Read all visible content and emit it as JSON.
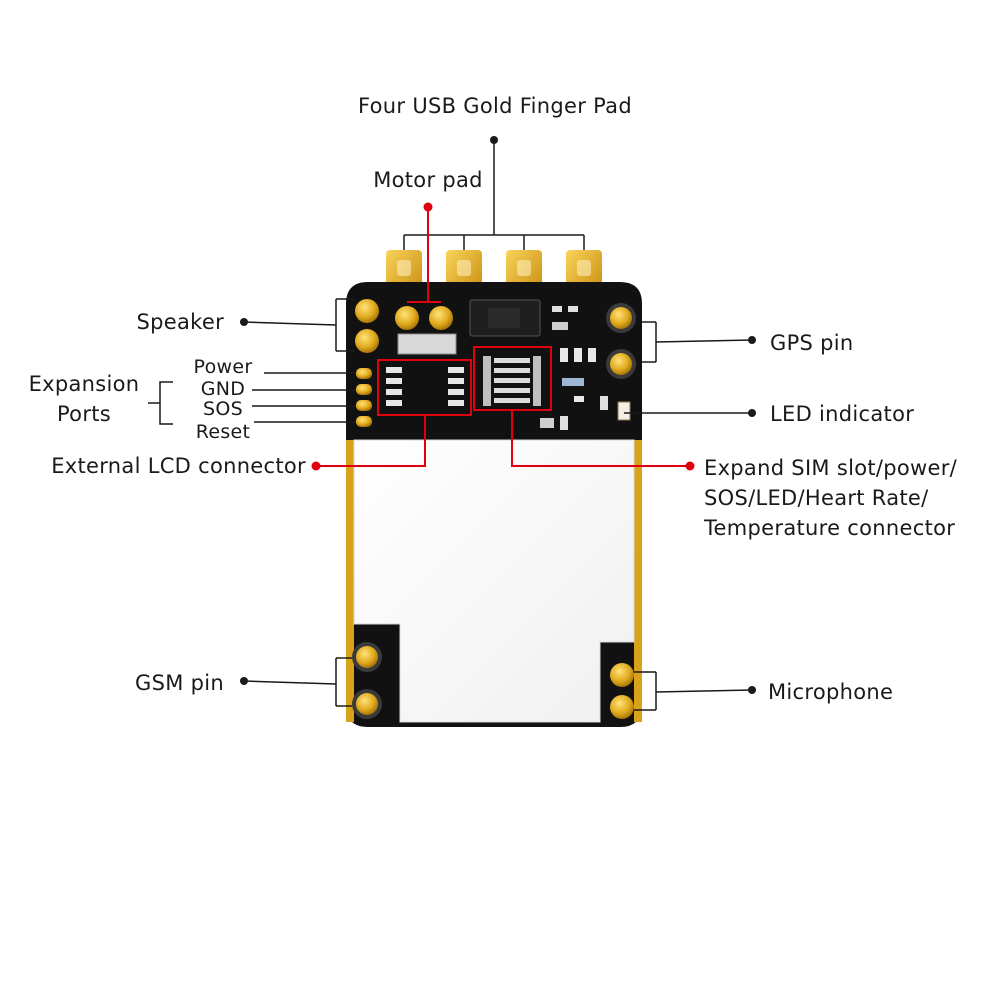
{
  "labels": {
    "usb_pad": "Four USB Gold Finger Pad",
    "motor_pad": "Motor pad",
    "speaker": "Speaker",
    "expansion_line1": "Expansion",
    "expansion_line2": "Ports",
    "port_power": "Power",
    "port_gnd": "GND",
    "port_sos": "SOS",
    "port_reset": "Reset",
    "external_lcd": "External LCD connector",
    "gps_pin": "GPS pin",
    "led_indicator": "LED indicator",
    "expand_line1": "Expand SIM slot/power/",
    "expand_line2": "SOS/LED/Heart Rate/",
    "expand_line3": "Temperature connector",
    "gsm_pin": "GSM pin",
    "microphone": "Microphone"
  },
  "colors": {
    "board": "#111111",
    "gold": "#d9a21b",
    "gold_light": "#f2c84b",
    "shield": "#fbfbfb",
    "leader_black": "#1a1a1a",
    "leader_red": "#e0000f"
  }
}
